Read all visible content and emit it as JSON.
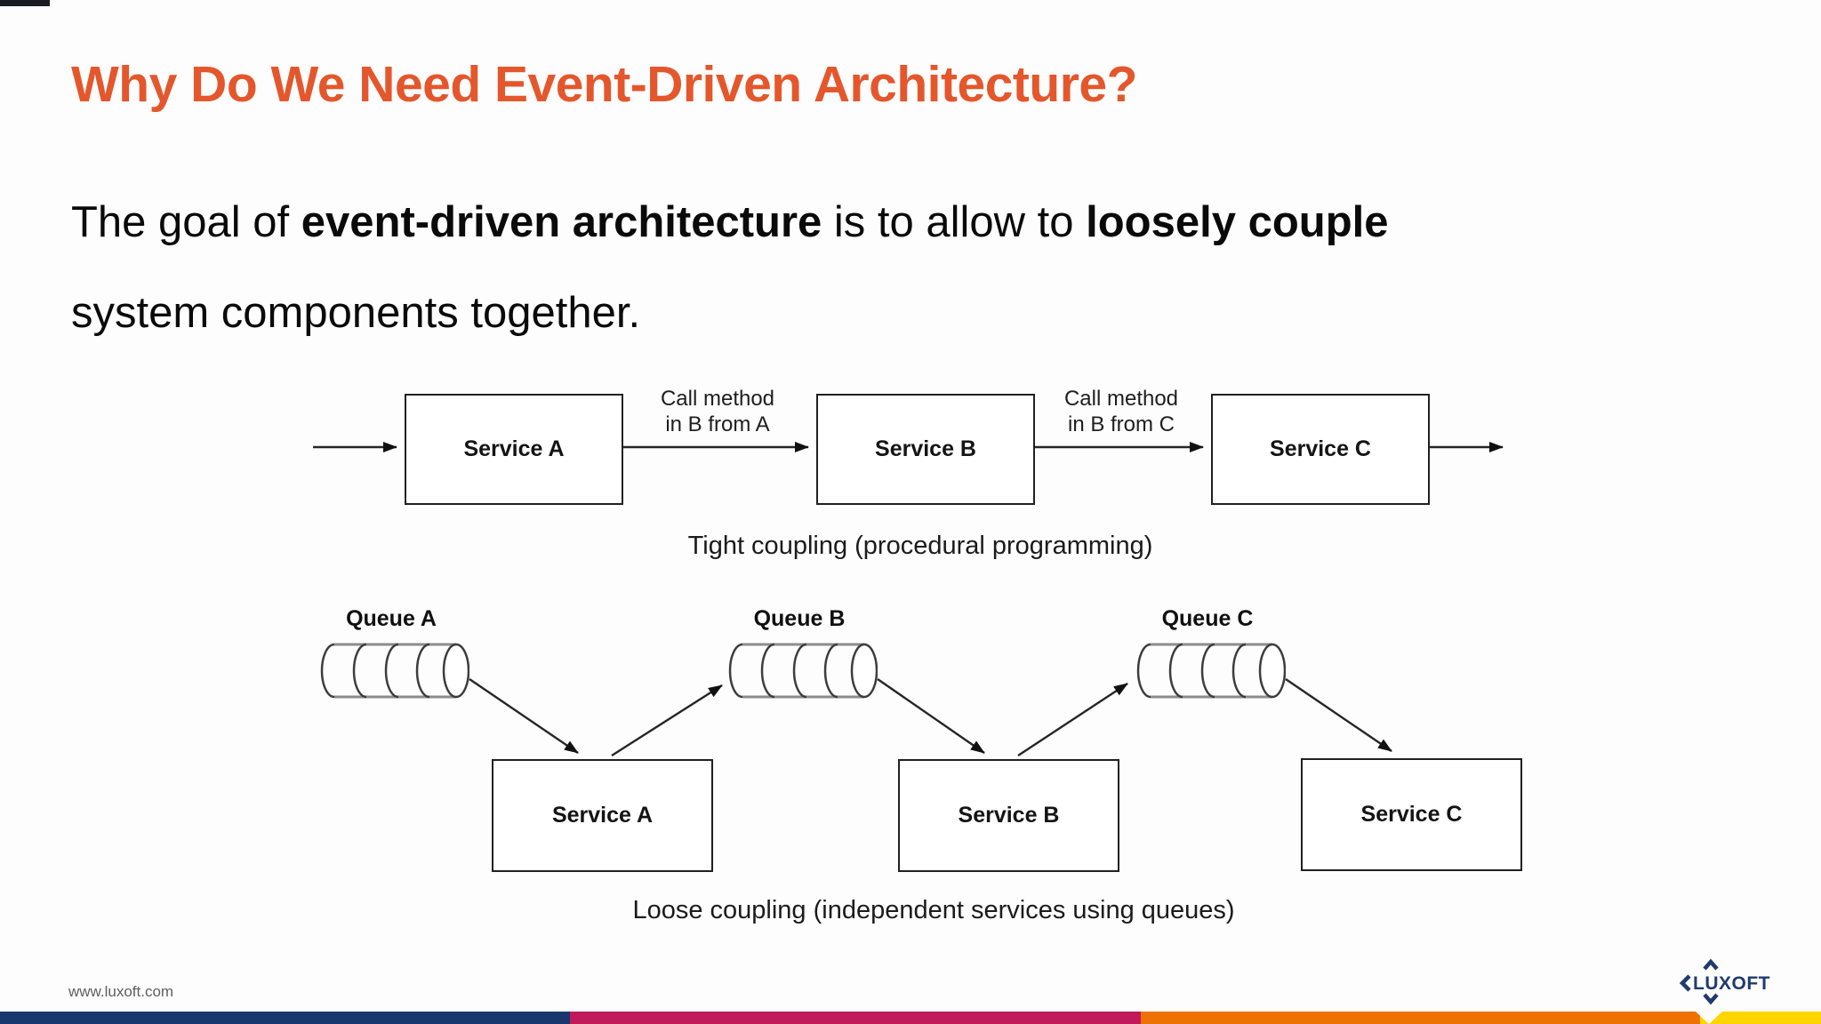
{
  "slide": {
    "title": "Why Do We Need Event-Driven Architecture?",
    "body": {
      "l1s1": "The goal of ",
      "l1b1": "event-driven architecture",
      "l1s2": " is to allow to ",
      "l1b2": "loosely couple",
      "l2": "system components together."
    },
    "colors": {
      "title_orange": "#E4572C",
      "bar_navy": "#17376E",
      "bar_crimson": "#C11A5B",
      "bar_orange": "#EE7203",
      "bar_yellow": "#FFD500",
      "logo_navy": "#1F3B6D"
    },
    "footer": {
      "url": "www.luxoft.com",
      "logo_text": "LUXOFT"
    }
  },
  "tight_coupling": {
    "services": [
      "Service A",
      "Service B",
      "Service C"
    ],
    "arrow_labels": [
      {
        "line1": "Call method",
        "line2": "in B from A"
      },
      {
        "line1": "Call method",
        "line2": "in B from C"
      }
    ],
    "caption": "Tight coupling (procedural programming)"
  },
  "loose_coupling": {
    "queues": [
      "Queue A",
      "Queue B",
      "Queue C"
    ],
    "services": [
      "Service A",
      "Service B",
      "Service C"
    ],
    "caption": "Loose coupling (independent services using queues)"
  }
}
